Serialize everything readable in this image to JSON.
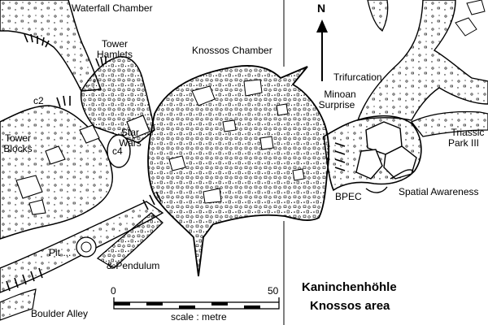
{
  "labels": {
    "waterfall_chamber": "Waterfall Chamber",
    "tower_hamlets_1": "Tower",
    "tower_hamlets_2": "Hamlets",
    "knossos_chamber": "Knossos Chamber",
    "star_wars_1": "Star",
    "star_wars_2": "Wars",
    "c2": "c2",
    "c4": "c4",
    "tower_blocks_1": "Tower",
    "tower_blocks_2": "Blocks",
    "pit": "Pit ...",
    "pendulum": "& Pendulum",
    "boulder_alley": "Boulder Alley",
    "trifurcation": "Trifurcation",
    "minoan_surprise_1": "Minoan",
    "minoan_surprise_2": "Surprise",
    "triassic_park_1": "Triassic",
    "triassic_park_2": "Park III",
    "bpec": "BPEC",
    "spatial_awareness": "Spatial Awareness"
  },
  "north_label": "N",
  "title_line1": "Kaninchenhöhle",
  "title_line2": "Knossos area",
  "scale": {
    "start_label": "0",
    "end_label": "50",
    "caption": "scale : metre",
    "max_value": 50
  },
  "colors": {
    "ink": "#000000",
    "paper": "#ffffff"
  }
}
